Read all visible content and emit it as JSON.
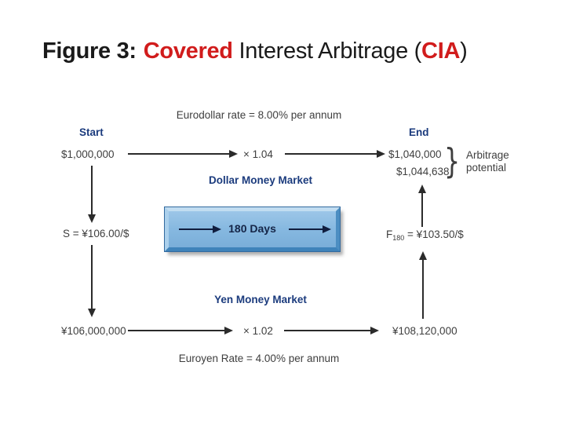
{
  "slide": {
    "title": {
      "part1": "Figure 3:",
      "part2": "Covered",
      "part3": "Interest Arbitrage (",
      "part4": "CIA",
      "part5": ")"
    }
  },
  "diagram": {
    "eurodollar_rate": "Eurodollar rate = 8.00% per annum",
    "start_label": "Start",
    "end_label": "End",
    "dollar_start": "$1,000,000",
    "dollar_multiplier": "× 1.04",
    "dollar_end": "$1,040,000",
    "dollar_cia_end": "$1,044,638",
    "bracket": "}",
    "arbitrage_line1": "Arbitrage",
    "arbitrage_line2": "potential",
    "dollar_market_label": "Dollar Money Market",
    "spot_rate": "S = ¥106.00/$",
    "forward_prefix": "F",
    "forward_sub": "180",
    "forward_value": "= ¥103.50/$",
    "period_label": "180 Days",
    "yen_market_label": "Yen Money Market",
    "yen_start": "¥106,000,000",
    "yen_multiplier": "× 1.02",
    "yen_end": "¥108,120,000",
    "euroyen_rate": "Euroyen Rate = 4.00% per annum"
  },
  "colors": {
    "title_red": "#d11c1c",
    "label_navy": "#1b3b7d",
    "body_gray": "#3e3e3e",
    "box_fill": "#86b8e0",
    "box_bevel_light": "#c2ddf1",
    "box_bevel_dark": "#3f83ba",
    "arrow_black": "#2b2b2b",
    "background": "#ffffff"
  }
}
